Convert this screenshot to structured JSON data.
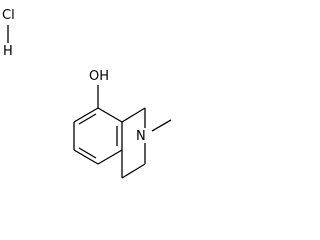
{
  "molecule": {
    "labels": {
      "chlorine": "Cl",
      "hydrogen": "H",
      "hydroxyl": "OH",
      "nitrogen": "N"
    },
    "colors": {
      "ink": "#000000",
      "background": "#ffffff"
    }
  }
}
